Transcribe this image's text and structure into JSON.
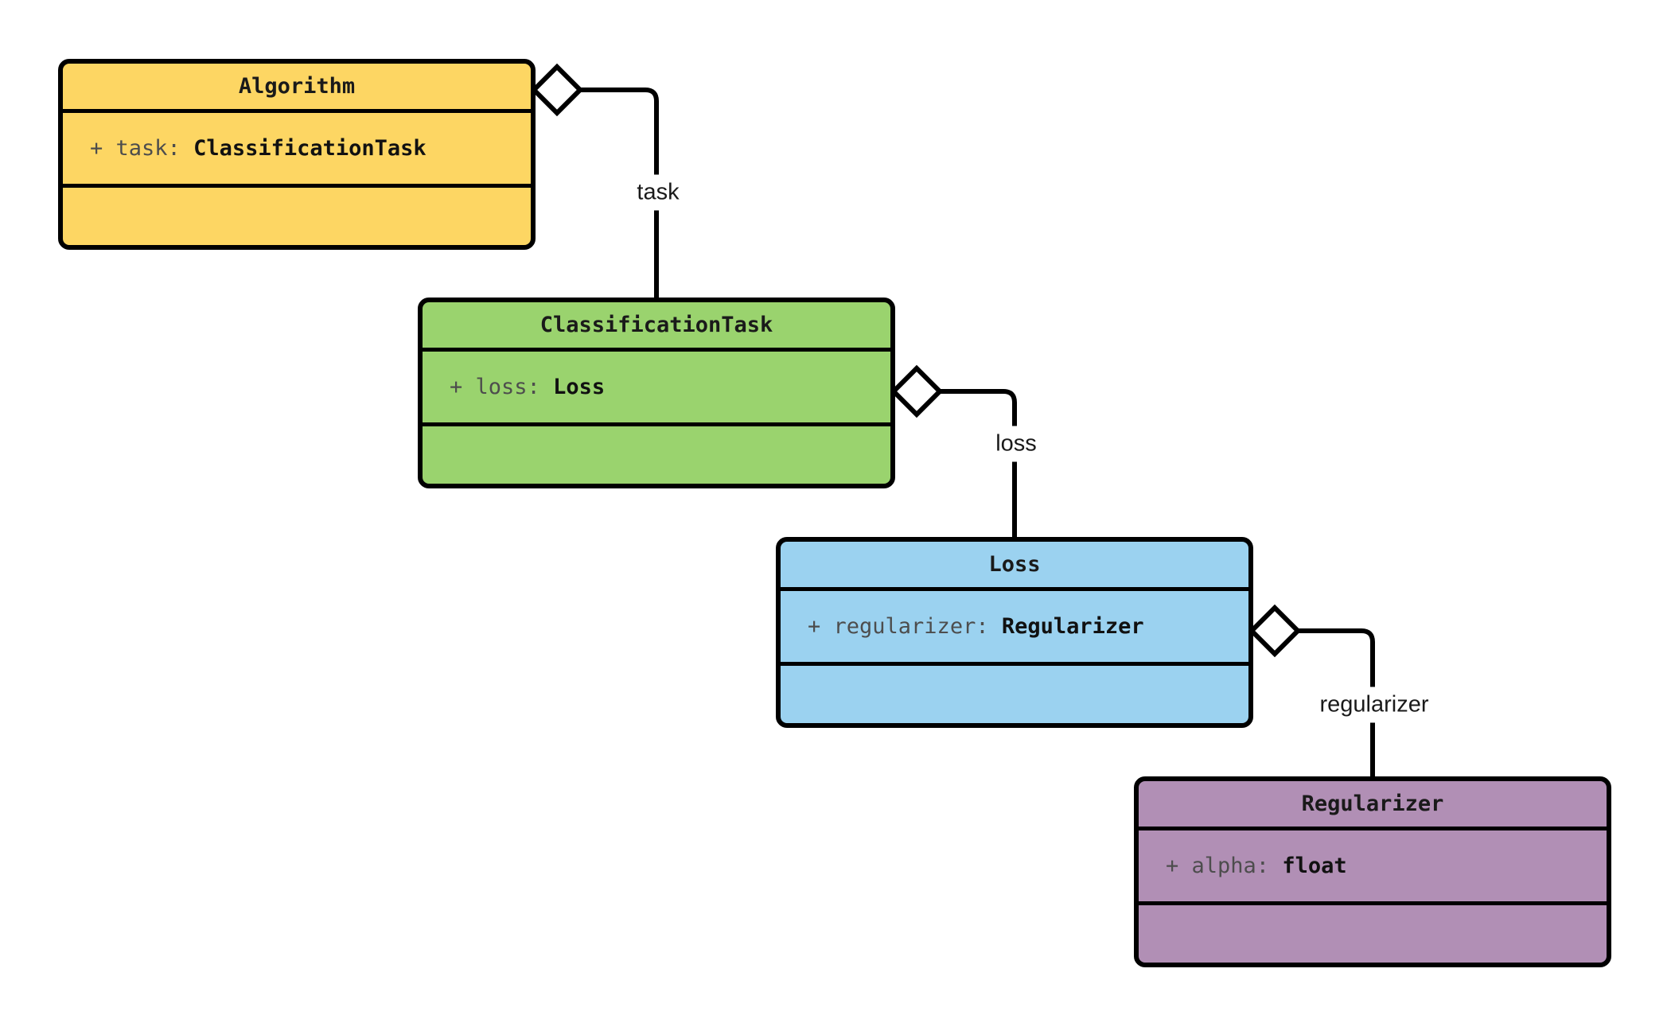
{
  "diagram": {
    "background_color": "#ffffff",
    "border_color": "#000000",
    "edge_color": "#000000",
    "classes": [
      {
        "name": "Algorithm",
        "fill": "#FDD663",
        "attribute": {
          "prefix": "+ ",
          "name": "task",
          "separator": ": ",
          "type": "ClassificationTask"
        }
      },
      {
        "name": "ClassificationTask",
        "fill": "#9AD36E",
        "attribute": {
          "prefix": "+ ",
          "name": "loss",
          "separator": ": ",
          "type": "Loss"
        }
      },
      {
        "name": "Loss",
        "fill": "#9BD2F0",
        "attribute": {
          "prefix": "+ ",
          "name": "regularizer",
          "separator": ": ",
          "type": "Regularizer"
        }
      },
      {
        "name": "Regularizer",
        "fill": "#B18FB5",
        "attribute": {
          "prefix": "+ ",
          "name": "alpha",
          "separator": ": ",
          "type": "float"
        }
      }
    ],
    "relationships": [
      {
        "from": "Algorithm",
        "to": "ClassificationTask",
        "kind": "aggregation",
        "label": "task"
      },
      {
        "from": "ClassificationTask",
        "to": "Loss",
        "kind": "aggregation",
        "label": "loss"
      },
      {
        "from": "Loss",
        "to": "Regularizer",
        "kind": "aggregation",
        "label": "regularizer"
      }
    ]
  }
}
